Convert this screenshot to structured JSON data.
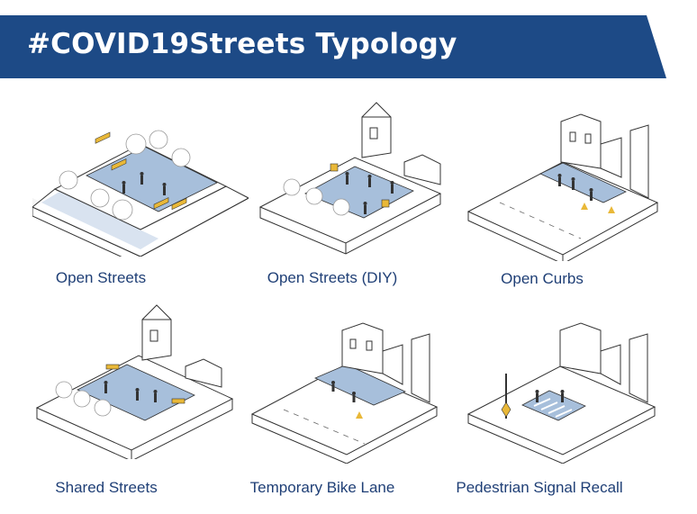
{
  "header": {
    "title": "#COVID19Streets Typology",
    "banner_color": "#1d4a86"
  },
  "colors": {
    "street_fill": "#a7bfdb",
    "bench": "#e9b838",
    "caption": "#1f3f76",
    "line": "#333333"
  },
  "typologies": [
    {
      "label": "Open Streets",
      "icon": "open-streets-illustration"
    },
    {
      "label": "Open Streets (DIY)",
      "icon": "open-streets-diy-illustration"
    },
    {
      "label": "Open Curbs",
      "icon": "open-curbs-illustration"
    },
    {
      "label": "Shared Streets",
      "icon": "shared-streets-illustration"
    },
    {
      "label": "Temporary Bike Lane",
      "icon": "temporary-bike-lane-illustration"
    },
    {
      "label": "Pedestrian Signal Recall",
      "icon": "pedestrian-signal-recall-illustration"
    }
  ]
}
